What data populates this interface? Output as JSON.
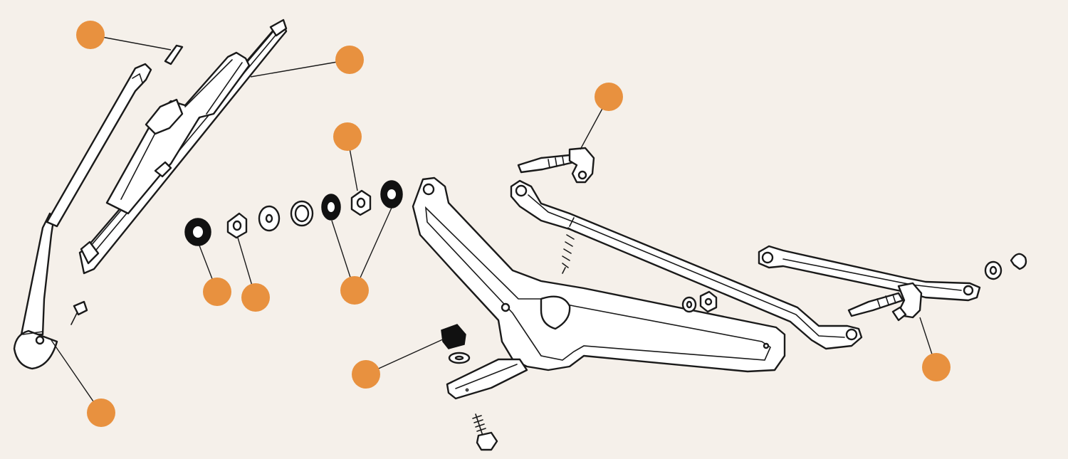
{
  "diagram": {
    "callout_color": "#e8913f",
    "line_color": "#1a1a1a",
    "background": "#f5f0ea",
    "callouts": [
      {
        "id": "callout-1"
      },
      {
        "id": "callout-2"
      },
      {
        "id": "callout-3"
      },
      {
        "id": "callout-4"
      },
      {
        "id": "callout-5"
      },
      {
        "id": "callout-6"
      },
      {
        "id": "callout-7"
      },
      {
        "id": "callout-8"
      },
      {
        "id": "callout-9"
      },
      {
        "id": "callout-10"
      }
    ]
  }
}
